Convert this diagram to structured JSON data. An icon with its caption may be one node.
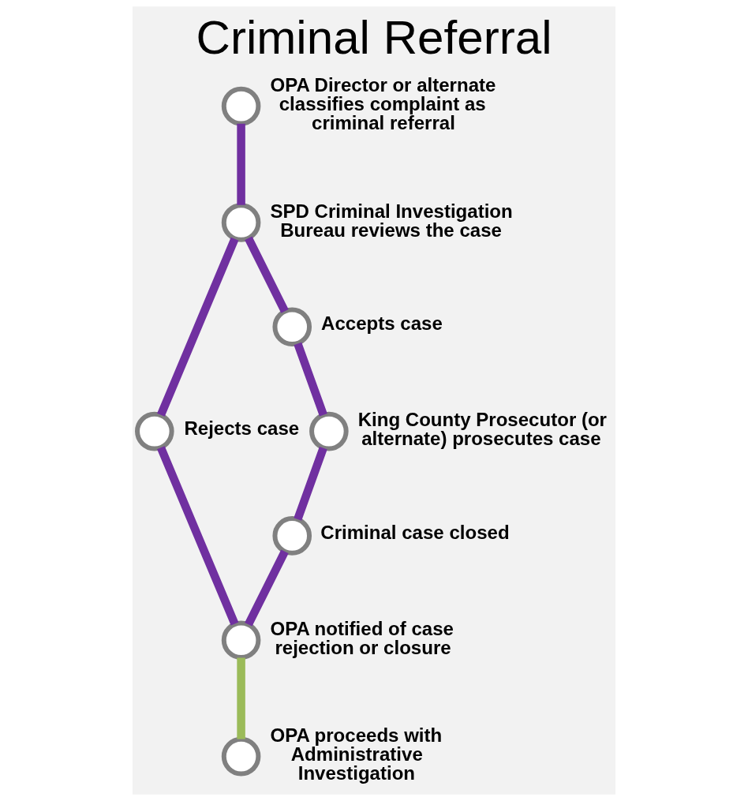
{
  "diagram": {
    "title": "Criminal Referral",
    "nodes": [
      {
        "text": [],
        "shape": "circle",
        "beside": [
          "OPA Director or alternate classifies complaint as criminal referral"
        ]
      },
      {
        "text": [],
        "shape": "circle",
        "beside": [
          "SPD Criminal Investigation Bureau reviews the case"
        ]
      },
      {
        "text": [],
        "shape": "circle",
        "beside": [
          "Rejects case"
        ]
      },
      {
        "text": [],
        "shape": "circle",
        "beside": [
          "Accepts case"
        ]
      },
      {
        "text": [],
        "shape": "circle",
        "beside": [
          "King County Prosecutor (or alternate) prosecutes case"
        ]
      },
      {
        "text": [],
        "shape": "circle",
        "beside": [
          "Criminal case closed"
        ]
      },
      {
        "text": [],
        "shape": "circle",
        "beside": [
          "OPA notified of case rejection or closure"
        ]
      },
      {
        "text": [],
        "shape": "circle",
        "beside": [
          "OPA proceeds with Administrative Investigation"
        ]
      }
    ],
    "edges": [
      {
        "from": 0,
        "to": 1,
        "arrow": "none"
      },
      {
        "from": 1,
        "to": 2,
        "arrow": "none"
      },
      {
        "from": 1,
        "to": 3,
        "arrow": "none"
      },
      {
        "from": 3,
        "to": 4,
        "arrow": "none"
      },
      {
        "from": 4,
        "to": 5,
        "arrow": "none"
      },
      {
        "from": 2,
        "to": 6,
        "arrow": "none"
      },
      {
        "from": 5,
        "to": 6,
        "arrow": "none"
      },
      {
        "from": 6,
        "to": 7,
        "arrow": "none",
        "color": "#9bbb59"
      }
    ]
  }
}
